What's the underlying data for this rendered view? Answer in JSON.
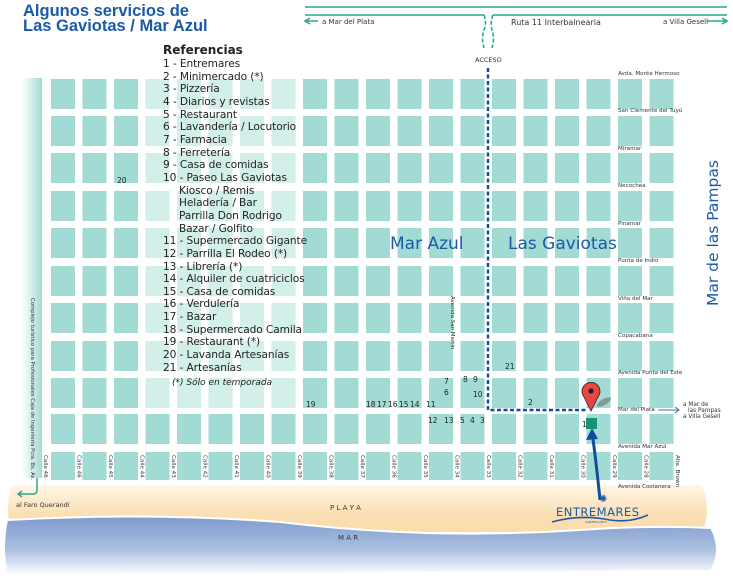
{
  "title": {
    "line1": "Algunos servicios de",
    "line2": "Las Gaviotas / Mar Azul"
  },
  "legend": {
    "heading": "Referencias",
    "items": [
      {
        "text": "1 - Entremares",
        "sub": false
      },
      {
        "text": "2 - Minimercado (*)",
        "sub": false
      },
      {
        "text": "3 - Pizzería",
        "sub": false
      },
      {
        "text": "4 - Diarios y revistas",
        "sub": false
      },
      {
        "text": "5 - Restaurant",
        "sub": false
      },
      {
        "text": "6 - Lavandería / Locutorio",
        "sub": false
      },
      {
        "text": "7 - Farmacia",
        "sub": false
      },
      {
        "text": "8 - Ferretería",
        "sub": false
      },
      {
        "text": "9 - Casa de comidas",
        "sub": false
      },
      {
        "text": "10 - Paseo Las Gaviotas",
        "sub": false
      },
      {
        "text": "Kiosco / Remis",
        "sub": true
      },
      {
        "text": "Heladería / Bar",
        "sub": true
      },
      {
        "text": "Parrilla Don Rodrigo",
        "sub": true
      },
      {
        "text": "Bazar / Golfito",
        "sub": true
      },
      {
        "text": "11 - Supermercado Gigante",
        "sub": false
      },
      {
        "text": "12 - Parrilla El Rodeo (*)",
        "sub": false
      },
      {
        "text": "13 - Librería (*)",
        "sub": false
      },
      {
        "text": "14 - Alquiler de cuatriciclos",
        "sub": false
      },
      {
        "text": "15 - Casa de comidas",
        "sub": false
      },
      {
        "text": "16 - Verdulería",
        "sub": false
      },
      {
        "text": "17 - Bazar",
        "sub": false
      },
      {
        "text": "18 - Supermercado Camila",
        "sub": false
      },
      {
        "text": "19 - Restaurant (*)",
        "sub": false
      },
      {
        "text": "20 - Lavanda Artesanías",
        "sub": false
      },
      {
        "text": "21 - Artesanías",
        "sub": false
      }
    ],
    "note": "(*) Sólo en temporada"
  },
  "road": {
    "left_label": "a Mar del Plata",
    "name": "Ruta 11  Interbalnearia",
    "right_label": "a Villa Gesell",
    "access": "ACCESO"
  },
  "areas": {
    "mar_azul": "Mar Azul",
    "las_gaviotas": "Las Gaviotas",
    "mar_de_las_pampas": "Mar de las Pampas"
  },
  "cross_streets": [
    "Avda. Monte Hermoso",
    "San Clemente del Tuyú",
    "Miramar",
    "Necochea",
    "Pinamar",
    "Punta de Indio",
    "Viña del Mar",
    "Copacabana",
    "Avenida Punta del Este",
    "Mar del Plata",
    "Avenida Mar Azul",
    "Avenida Costanera"
  ],
  "calles": [
    "Calle 46",
    "Calle 46",
    "Calle 45",
    "Calle 44",
    "Calle 43",
    "Calle 42",
    "Calle 41",
    "Calle 40",
    "Calle 39",
    "Calle 38",
    "Calle 37",
    "Calle 36",
    "Calle 35",
    "Calle 34",
    "Calle 33",
    "Calle 32",
    "Calle 31",
    "Calle 30",
    "Calle 29",
    "Calle 28",
    "Alte. Brown"
  ],
  "avenida_san_martin": "Avenida San Martín",
  "complejo": "Complejo turístico para Profesionales Caja de Ingeniería Pcia. Bs. As.",
  "faro": "al Faro Querandí",
  "exit_right": {
    "line1": "a Mar de",
    "line2": "las Pampas",
    "line3": "a Villa Gesell"
  },
  "playa": "P L A Y A",
  "mar": "M A R",
  "logo": {
    "name": "ENTREMARES",
    "tagline": "CARAMELLOPITO"
  },
  "markers": [
    "20",
    "19",
    "18",
    "17",
    "16",
    "15",
    "14",
    "11",
    "7",
    "6",
    "8",
    "9",
    "10",
    "21",
    "2",
    "12",
    "13",
    "5",
    "4",
    "3",
    "1"
  ],
  "colors": {
    "block": "#a2dbd3",
    "block_light": "#d3efea",
    "accent": "#1b5aa6",
    "route": "#0d4f9c",
    "pin": "#e84545",
    "sand": "#fbe0b6",
    "sea": "#7f9ccc",
    "road": "#2aa78f"
  }
}
